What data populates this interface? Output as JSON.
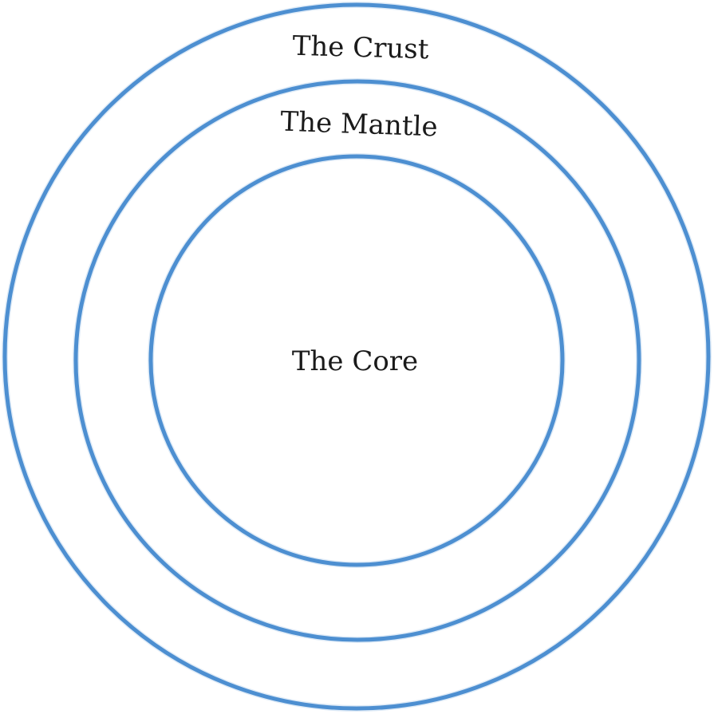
{
  "diagram": {
    "stroke_color": "#4d8fd1",
    "layers": [
      {
        "id": "crust",
        "label": "The Crust"
      },
      {
        "id": "mantle",
        "label": "The Mantle"
      },
      {
        "id": "core",
        "label": "The Core"
      }
    ]
  }
}
